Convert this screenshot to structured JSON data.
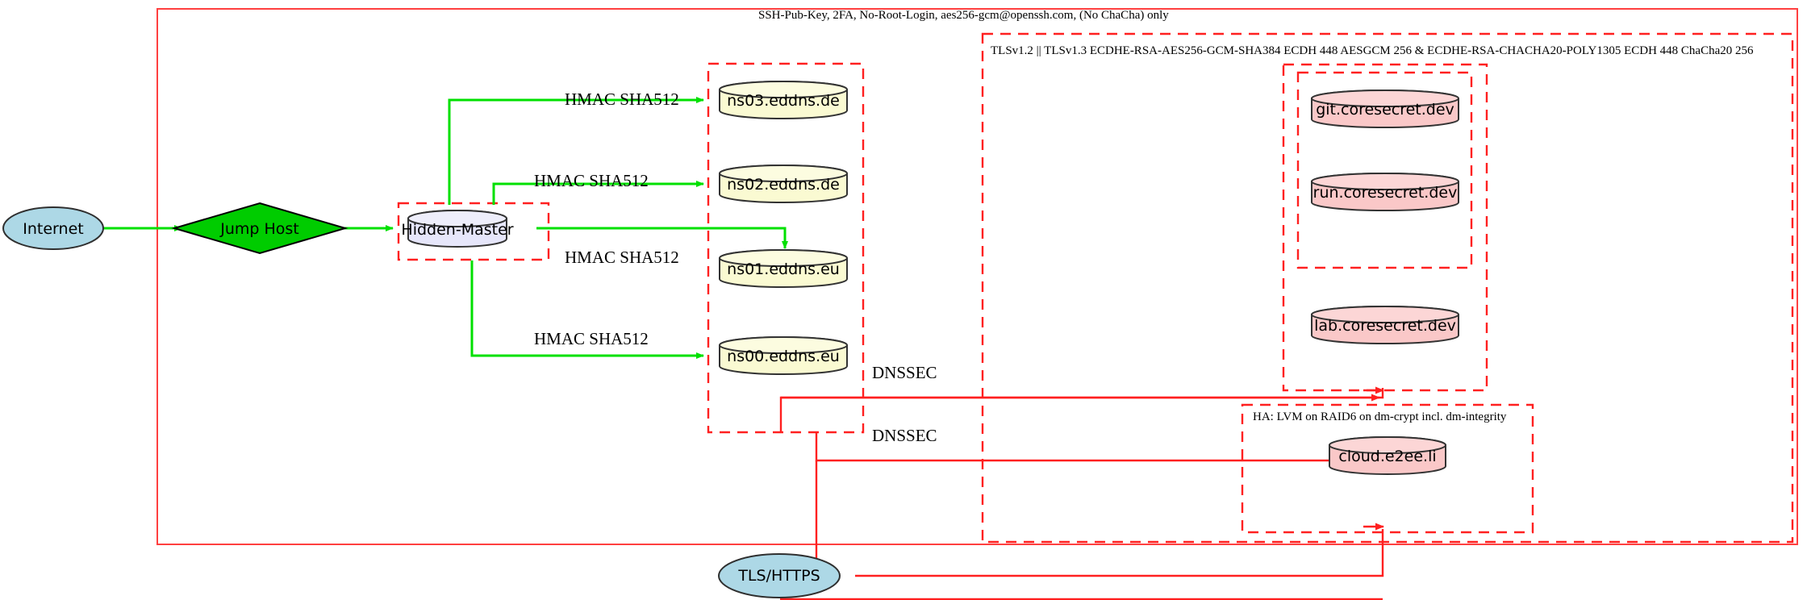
{
  "diagram": {
    "title_label": "SSH-Pub-Key, 2FA, No-Root-Login, aes256-gcm@openssh.com, (No ChaCha) only",
    "clusters": [
      {
        "name": "outer-ssh-boundary",
        "label": "SSH-Pub-Key, 2FA, No-Root-Login, aes256-gcm@openssh.com, (No ChaCha) only",
        "style": "solid",
        "color": "#ff4040"
      },
      {
        "name": "tls-boundary",
        "label": "TLSv1.2 || TLSv1.3 ECDHE-RSA-AES256-GCM-SHA384 ECDH 448 AESGCM 256 & ECDHE-RSA-CHACHA20-POLY1305 ECDH 448 ChaCha20 256",
        "style": "dashed",
        "color": "#ff2020"
      },
      {
        "name": "ha-storage-boundary",
        "label": "HA: LVM on RAID6 on dm-crypt incl. dm-integrity",
        "style": "dashed",
        "color": "#ff2020"
      },
      {
        "name": "hidden-master-boundary",
        "label": "",
        "style": "dashed",
        "color": "#ff2020"
      },
      {
        "name": "nameserver-boundary",
        "label": "",
        "style": "dashed",
        "color": "#ff2020"
      },
      {
        "name": "coresecret-boundary",
        "label": "",
        "style": "dashed",
        "color": "#ff2020"
      },
      {
        "name": "coresecret-inner-boundary",
        "label": "",
        "style": "dashed",
        "color": "#ff2020"
      }
    ],
    "nodes": [
      {
        "id": "internet",
        "label": "Internet",
        "shape": "ellipse",
        "fill": "#add8e6"
      },
      {
        "id": "jumphost",
        "label": "Jump Host",
        "shape": "diamond",
        "fill": "#00cc00"
      },
      {
        "id": "hiddenmaster",
        "label": "Hidden-Master",
        "shape": "cylinder",
        "fill": "#e6e6fa"
      },
      {
        "id": "ns03",
        "label": "ns03.eddns.de",
        "shape": "cylinder",
        "fill": "#fafad2"
      },
      {
        "id": "ns02",
        "label": "ns02.eddns.de",
        "shape": "cylinder",
        "fill": "#fafad2"
      },
      {
        "id": "ns01",
        "label": "ns01.eddns.eu",
        "shape": "cylinder",
        "fill": "#fafad2"
      },
      {
        "id": "ns00",
        "label": "ns00.eddns.eu",
        "shape": "cylinder",
        "fill": "#fafad2"
      },
      {
        "id": "git",
        "label": "git.coresecret.dev",
        "shape": "cylinder",
        "fill": "#fac8c8"
      },
      {
        "id": "run",
        "label": "run.coresecret.dev",
        "shape": "cylinder",
        "fill": "#fac8c8"
      },
      {
        "id": "lab",
        "label": "lab.coresecret.dev",
        "shape": "cylinder",
        "fill": "#fac8c8"
      },
      {
        "id": "cloud",
        "label": "cloud.e2ee.li",
        "shape": "cylinder",
        "fill": "#fac8c8"
      },
      {
        "id": "tlshttps",
        "label": "TLS/HTTPS",
        "shape": "ellipse",
        "fill": "#add8e6"
      }
    ],
    "edges": [
      {
        "from": "internet",
        "to": "jumphost",
        "label": "",
        "color": "#00e000"
      },
      {
        "from": "jumphost",
        "to": "hiddenmaster",
        "label": "",
        "color": "#00e000"
      },
      {
        "from": "hiddenmaster",
        "to": "ns03",
        "label": "HMAC SHA512",
        "color": "#00e000"
      },
      {
        "from": "hiddenmaster",
        "to": "ns02",
        "label": "HMAC SHA512",
        "color": "#00e000"
      },
      {
        "from": "hiddenmaster",
        "to": "ns01",
        "label": "HMAC SHA512",
        "color": "#00e000"
      },
      {
        "from": "hiddenmaster",
        "to": "ns00",
        "label": "HMAC SHA512",
        "color": "#00e000"
      },
      {
        "from": "nameservers",
        "to": "coresecret",
        "label": "DNSSEC",
        "color": "#ff2020"
      },
      {
        "from": "nameservers",
        "to": "cloud",
        "label": "DNSSEC",
        "color": "#ff2020"
      },
      {
        "from": "tlshttps",
        "to": "coresecret",
        "label": "",
        "color": "#ff2020"
      },
      {
        "from": "tlshttps",
        "to": "cloud",
        "label": "",
        "color": "#ff2020"
      }
    ],
    "edge_labels": {
      "hmac": "HMAC SHA512",
      "dnssec": "DNSSEC"
    }
  }
}
